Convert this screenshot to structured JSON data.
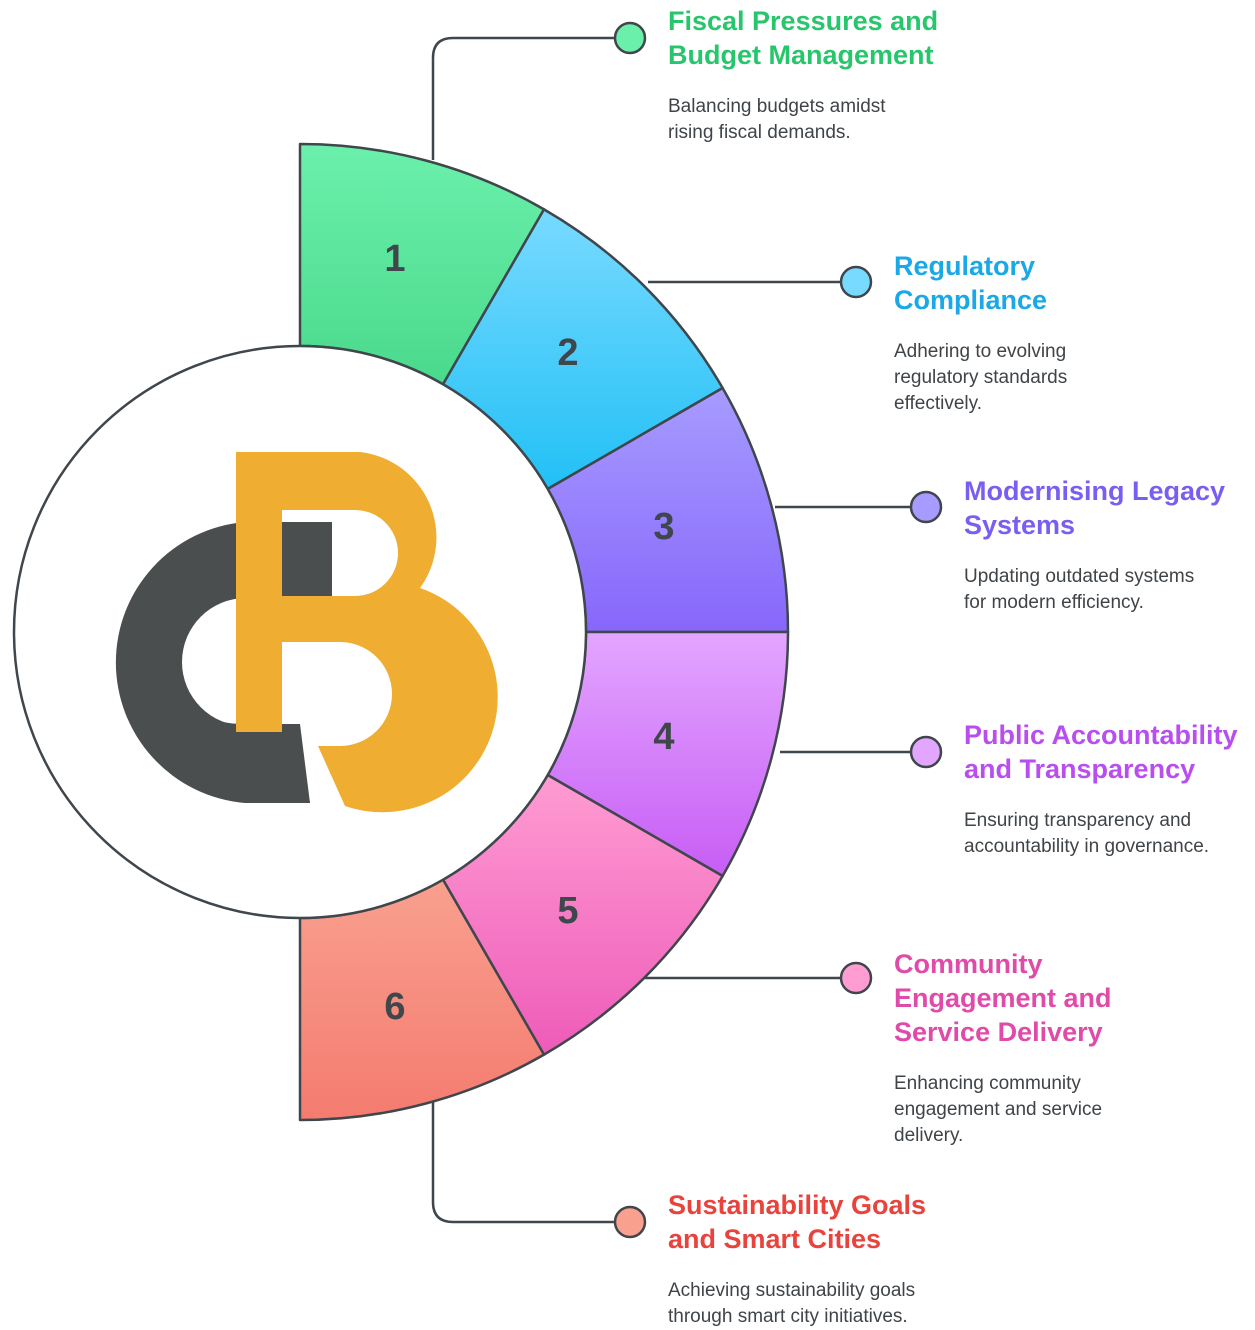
{
  "logo": {
    "text": "CB",
    "colors": {
      "c": "#4b4e4f",
      "b": "#efad31"
    }
  },
  "items": [
    {
      "number": "1",
      "title_lines": [
        "Fiscal Pressures and",
        "Budget Management"
      ],
      "desc_lines": [
        "Balancing budgets amidst",
        "rising fiscal demands."
      ],
      "color": "#28c66c",
      "fill_top": "#6bf0ab",
      "fill_bottom": "#4ad98c"
    },
    {
      "number": "2",
      "title_lines": [
        "Regulatory",
        "Compliance"
      ],
      "desc_lines": [
        "Adhering to evolving",
        "regulatory standards",
        "effectively."
      ],
      "color": "#1aa9e6",
      "fill_top": "#78daff",
      "fill_bottom": "#22c0f5"
    },
    {
      "number": "3",
      "title_lines": [
        "Modernising Legacy",
        "Systems"
      ],
      "desc_lines": [
        "Updating outdated systems",
        "for modern efficiency."
      ],
      "color": "#7a5ef2",
      "fill_top": "#a79bff",
      "fill_bottom": "#8767fb"
    },
    {
      "number": "4",
      "title_lines": [
        "Public Accountability",
        "and Transparency"
      ],
      "desc_lines": [
        "Ensuring transparency and",
        "accountability in governance."
      ],
      "color": "#b94ef0",
      "fill_top": "#e3a6ff",
      "fill_bottom": "#c75df5"
    },
    {
      "number": "5",
      "title_lines": [
        "Community",
        "Engagement and",
        "Service Delivery"
      ],
      "desc_lines": [
        "Enhancing community",
        "engagement and service",
        "delivery."
      ],
      "color": "#e04aa8",
      "fill_top": "#ff9cd2",
      "fill_bottom": "#ee5bb9"
    },
    {
      "number": "6",
      "title_lines": [
        "Sustainability Goals",
        "and Smart Cities"
      ],
      "desc_lines": [
        "Achieving sustainability goals",
        "through smart city initiatives."
      ],
      "color": "#e8433c",
      "fill_top": "#f9a08f",
      "fill_bottom": "#f47b6f"
    }
  ]
}
